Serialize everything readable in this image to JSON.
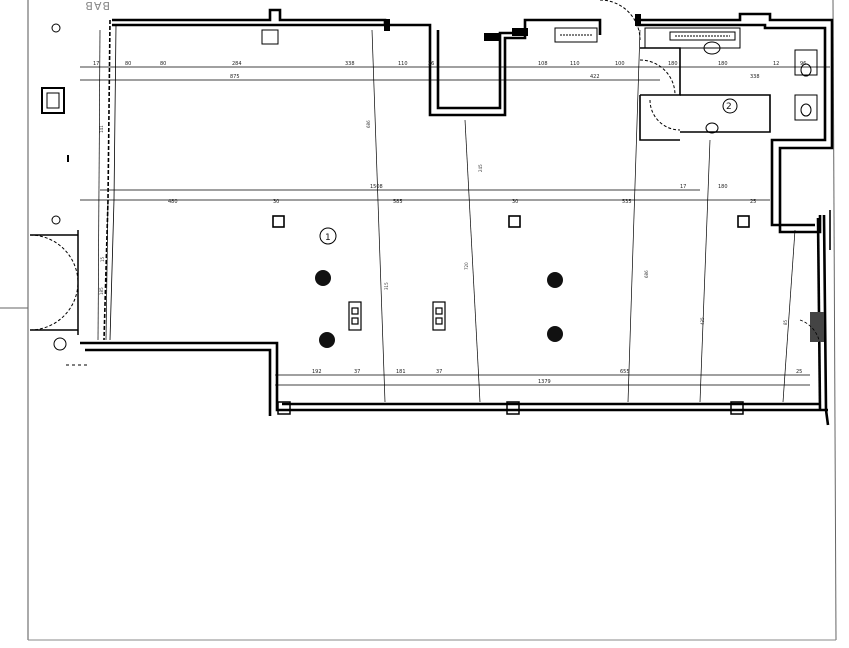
{
  "corner_text": "BAB",
  "room_labels": [
    "1",
    "2"
  ],
  "top_dims_row1": [
    "17",
    "80",
    "80",
    "284",
    "338",
    "110",
    "26",
    "108",
    "110",
    "100",
    "180",
    "180",
    "12",
    "96"
  ],
  "top_dims_row2": [
    "875",
    "422",
    "338"
  ],
  "mid_dims": [
    "480",
    "30",
    "585",
    "535",
    "30",
    "25",
    "1508",
    "17",
    "180"
  ],
  "bottom_dims": [
    "192",
    "37",
    "181",
    "37",
    "1379",
    "655",
    "25"
  ],
  "vertical_dims": [
    "141",
    "686",
    "245",
    "720",
    "686",
    "435",
    "315",
    "85",
    "15",
    "185"
  ]
}
